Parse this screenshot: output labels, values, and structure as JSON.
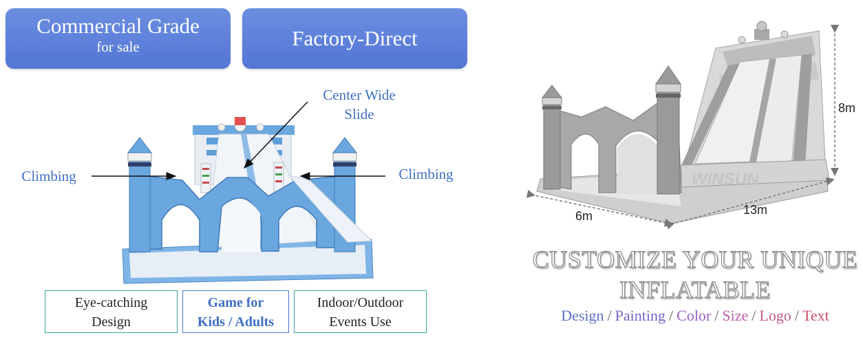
{
  "banners": {
    "commercial": {
      "title": "Commercial Grade",
      "subtitle": "for sale"
    },
    "factory": {
      "title": "Factory-Direct"
    }
  },
  "callouts": {
    "center_slide": "Center Wide Slide",
    "climbing_left": "Climbing",
    "climbing_right": "Climbing"
  },
  "features": [
    {
      "line1": "Eye-catching",
      "line2": "Design"
    },
    {
      "line1": "Game for",
      "line2": "Kids / Adults"
    },
    {
      "line1": "Indoor/Outdoor",
      "line2": "Events Use"
    }
  ],
  "product": {
    "brand": "WINSUN",
    "dimensions": {
      "length": "13m",
      "width": "6m",
      "height": "8m"
    }
  },
  "customize": {
    "line1": "CUSTOMIZE YOUR UNIQUE",
    "line2": "INFLATABLE",
    "options": [
      "Design",
      "Painting",
      "Color",
      "Size",
      "Logo",
      "Text"
    ],
    "separator": "/"
  },
  "colors": {
    "banner_blue": "#5476d6",
    "label_blue": "#3f6fc6",
    "inflatable_blue": "#5f9fd9",
    "inflatable_white": "#eef2f7",
    "grey_render": "#9a9a9a",
    "option_colors": [
      "#5b72c6",
      "#7a63c8",
      "#9a5fc5",
      "#b85aa8",
      "#c05a8a",
      "#cc4f6b"
    ]
  }
}
